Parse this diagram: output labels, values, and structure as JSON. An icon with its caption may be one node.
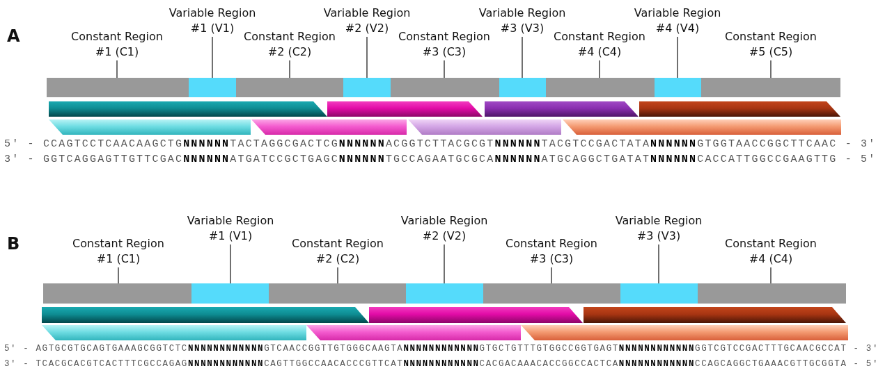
{
  "diagram": {
    "nodes": [
      {
        "text": [
          "Constant Region #1 (C1)"
        ]
      },
      {
        "text": [
          "Variable Region #1 (V1)"
        ]
      },
      {
        "text": [
          "Constant Region #2 (C2)"
        ]
      },
      {
        "text": [
          "Variable Region #2 (V2)"
        ]
      },
      {
        "text": [
          "Constant Region #3 (C3)"
        ]
      },
      {
        "text": [
          "Variable Region #3 (V3)"
        ]
      },
      {
        "text": [
          "Constant Region #4 (C4)"
        ]
      },
      {
        "text": [
          "Variable Region #4 (V4)"
        ]
      },
      {
        "text": [
          "Constant Region #5 (C5)"
        ]
      },
      {
        "text": [],
        "shape": "bar"
      },
      {
        "text": [],
        "shape": "bar"
      },
      {
        "text": [],
        "shape": "bar"
      },
      {
        "text": [],
        "shape": "bar"
      },
      {
        "text": [],
        "shape": "bar"
      },
      {
        "text": [],
        "shape": "bar"
      },
      {
        "text": [],
        "shape": "bar"
      },
      {
        "text": [],
        "shape": "bar"
      },
      {
        "text": [],
        "shape": "bar"
      },
      {
        "text": [
          "Constant Region #1 (C1)"
        ]
      },
      {
        "text": [
          "Variable Region #1 (V1)"
        ]
      },
      {
        "text": [
          "Constant Region #2 (C2)"
        ]
      },
      {
        "text": [
          "Variable Region #2 (V2)"
        ]
      },
      {
        "text": [
          "Constant Region #3 (C3)"
        ]
      },
      {
        "text": [
          "Variable Region #3 (V3)"
        ]
      },
      {
        "text": [
          "Constant Region #4 (C4)"
        ]
      },
      {
        "text": [],
        "shape": "bar"
      },
      {
        "text": [],
        "shape": "bar"
      },
      {
        "text": [],
        "shape": "bar"
      },
      {
        "text": [],
        "shape": "bar"
      },
      {
        "text": [],
        "shape": "bar"
      },
      {
        "text": [],
        "shape": "bar"
      },
      {
        "text": [],
        "shape": "bar"
      }
    ],
    "edges": [
      {
        "from": 0,
        "to": 9,
        "arrow": "none"
      },
      {
        "from": 1,
        "to": 10,
        "arrow": "none"
      },
      {
        "from": 2,
        "to": 11,
        "arrow": "none"
      },
      {
        "from": 3,
        "to": 12,
        "arrow": "none"
      },
      {
        "from": 4,
        "to": 13,
        "arrow": "none"
      },
      {
        "from": 5,
        "to": 14,
        "arrow": "none"
      },
      {
        "from": 6,
        "to": 15,
        "arrow": "none"
      },
      {
        "from": 7,
        "to": 16,
        "arrow": "none"
      },
      {
        "from": 8,
        "to": 17,
        "arrow": "none"
      },
      {
        "from": 18,
        "to": 25,
        "arrow": "none"
      },
      {
        "from": 19,
        "to": 26,
        "arrow": "none"
      },
      {
        "from": 20,
        "to": 27,
        "arrow": "none"
      },
      {
        "from": 21,
        "to": 28,
        "arrow": "none"
      },
      {
        "from": 22,
        "to": 29,
        "arrow": "none"
      },
      {
        "from": 23,
        "to": 30,
        "arrow": "none"
      },
      {
        "from": 24,
        "to": 31,
        "arrow": "none"
      }
    ],
    "labels": [
      "A",
      "5' - CCAGTCCTCAACAAGCTG**NNNNNN**TACTAGGCGACTCG**NNNNNN**ACGGTCTTACGCGT**NNNNNN**TACGTCCGACTATA**NNNNNN**GTGGTAACCGGCTTCAAC - 3'",
      "3' - GGTCAGGAGTTGTTCGAC**NNNNNN**ATGATCCGCTGAGC**NNNNNN**TGCCAGAATGCGCA**NNNNNN**ATGCAGGCTGATAT**NNNNNN**CACCATTGGCCGAAGTTG - 5'",
      "B",
      "5' - AGTGCGTGCAGTGAAAGCGGTCTC**NNNNNNNNNNNN**GTCAACCGGTTGTGGGCAAGTA**NNNNNNNNNNNN**GTGCTGTTTGTGGCCGGTGAGT**NNNNNNNNNNNN**GGTCGTCCGACTTTGCAACGCCAT - 3'",
      "3' - TCACGCACGTCACTTTCGCCAGAG**NNNNNNNNNNNN**CAGTTGGCCAACACCCGTTCAT**NNNNNNNNNNNN**CACGACAAACACCGGCCACTCA**NNNNNNNNNNNN**CCAGCAGGCTGAAACGTTGCGGTA - 5'"
    ]
  }
}
